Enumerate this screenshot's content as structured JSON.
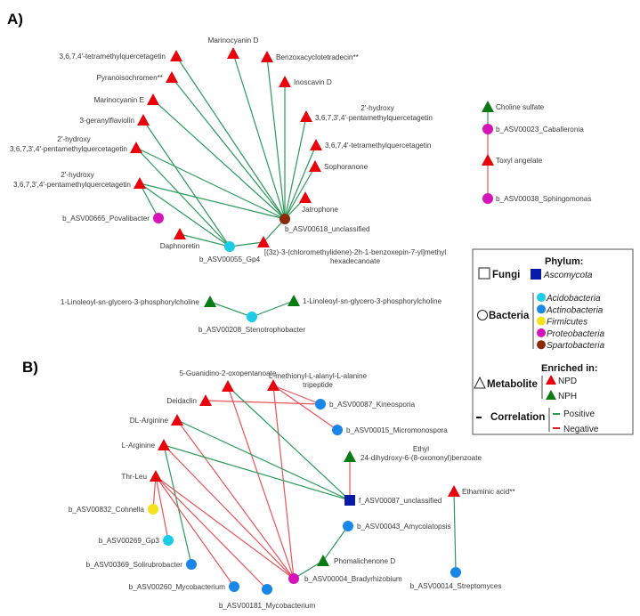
{
  "figure": {
    "panels": [
      {
        "id": "A",
        "label": "A)",
        "nodes": [
          {
            "id": "a_tetra1",
            "label": "3,6,7,4'-tetramethylquercetagetin",
            "shape": "triangle",
            "color": "npd"
          },
          {
            "id": "a_marD",
            "label": "Marinocyanin D",
            "shape": "triangle",
            "color": "npd"
          },
          {
            "id": "a_benzo",
            "label": "Benzoxacyclotetradecin**",
            "shape": "triangle",
            "color": "npd"
          },
          {
            "id": "a_pyrano",
            "label": "Pyranoisochromen**",
            "shape": "triangle",
            "color": "npd"
          },
          {
            "id": "a_inos",
            "label": "Inoscavin D",
            "shape": "triangle",
            "color": "npd"
          },
          {
            "id": "a_marE",
            "label": "Marinocyanin E",
            "shape": "triangle",
            "color": "npd"
          },
          {
            "id": "a_penta_r",
            "label": "2'-hydroxy|3,6,7,3',4'-pentamethylquercetagetin",
            "shape": "triangle",
            "color": "npd"
          },
          {
            "id": "a_geranyl",
            "label": "3-geranylflaviolin",
            "shape": "triangle",
            "color": "npd"
          },
          {
            "id": "a_tetra2",
            "label": "3,6,7,4'-tetramethylquercetagetin",
            "shape": "triangle",
            "color": "npd"
          },
          {
            "id": "a_penta_1",
            "label": "2'-hydroxy|3,6,7,3',4'-pentamethylquercetagetin",
            "shape": "triangle",
            "color": "npd"
          },
          {
            "id": "a_sophor",
            "label": "Sophoranone",
            "shape": "triangle",
            "color": "npd"
          },
          {
            "id": "a_penta_2",
            "label": "2'-hydroxy|3,6,7,3',4'-pentamethylquercetagetin",
            "shape": "triangle",
            "color": "npd"
          },
          {
            "id": "a_jatro",
            "label": "Jatrophone",
            "shape": "triangle",
            "color": "npd"
          },
          {
            "id": "a_poval",
            "label": "b_ASV00665_Povalibacter",
            "shape": "circle",
            "color": "proteobacteria"
          },
          {
            "id": "a_asv618",
            "label": "b_ASV00618_unclassified",
            "shape": "circle",
            "color": "spartobacteria"
          },
          {
            "id": "a_daphno",
            "label": "Daphnoretin",
            "shape": "triangle",
            "color": "npd"
          },
          {
            "id": "a_chloro",
            "label": "[(3z)-3-(chloromethylidene)-2h-1-benzoxepin-7-yl]methyl|hexadecanoate",
            "shape": "triangle",
            "color": "npd"
          },
          {
            "id": "a_gp4",
            "label": "b_ASV00055_Gp4",
            "shape": "circle",
            "color": "acidobacteria"
          },
          {
            "id": "a_choline",
            "label": "Choline sulfate",
            "shape": "triangle",
            "color": "nph"
          },
          {
            "id": "a_caball",
            "label": "b_ASV00023_Caballeronia",
            "shape": "circle",
            "color": "proteobacteria"
          },
          {
            "id": "a_toxyl",
            "label": "Toxyl angelate",
            "shape": "triangle",
            "color": "npd"
          },
          {
            "id": "a_sphingo",
            "label": "b_ASV00038_Sphingomonas",
            "shape": "circle",
            "color": "proteobacteria"
          },
          {
            "id": "a_lino1",
            "label": "1-Linoleoyl-sn-glycero-3-phosphorylcholine",
            "shape": "triangle",
            "color": "nph"
          },
          {
            "id": "a_lino2",
            "label": "1-Linoleoyl-sn-glycero-3-phosphorylcholine",
            "shape": "triangle",
            "color": "nph"
          },
          {
            "id": "a_steno",
            "label": "b_ASV00208_Stenotrophobacter",
            "shape": "circle",
            "color": "acidobacteria"
          }
        ],
        "edges": [
          [
            "a_tetra1",
            "a_asv618",
            "positive"
          ],
          [
            "a_marD",
            "a_asv618",
            "positive"
          ],
          [
            "a_benzo",
            "a_asv618",
            "positive"
          ],
          [
            "a_pyrano",
            "a_asv618",
            "positive"
          ],
          [
            "a_inos",
            "a_asv618",
            "positive"
          ],
          [
            "a_marE",
            "a_asv618",
            "positive"
          ],
          [
            "a_penta_r",
            "a_asv618",
            "positive"
          ],
          [
            "a_geranyl",
            "a_gp4",
            "positive"
          ],
          [
            "a_tetra2",
            "a_asv618",
            "positive"
          ],
          [
            "a_penta_1",
            "a_asv618",
            "positive"
          ],
          [
            "a_penta_1",
            "a_gp4",
            "positive"
          ],
          [
            "a_sophor",
            "a_asv618",
            "positive"
          ],
          [
            "a_penta_2",
            "a_asv618",
            "positive"
          ],
          [
            "a_penta_2",
            "a_gp4",
            "positive"
          ],
          [
            "a_penta_2",
            "a_poval",
            "positive"
          ],
          [
            "a_jatro",
            "a_asv618",
            "positive"
          ],
          [
            "a_daphno",
            "a_gp4",
            "positive"
          ],
          [
            "a_chloro",
            "a_gp4",
            "positive"
          ],
          [
            "a_chloro",
            "a_asv618",
            "positive"
          ],
          [
            "a_choline",
            "a_caball",
            "positive"
          ],
          [
            "a_caball",
            "a_toxyl",
            "negative"
          ],
          [
            "a_toxyl",
            "a_sphingo",
            "negative"
          ],
          [
            "a_lino1",
            "a_steno",
            "positive"
          ],
          [
            "a_lino2",
            "a_steno",
            "positive"
          ]
        ]
      },
      {
        "id": "B",
        "label": "B)",
        "nodes": [
          {
            "id": "b_guan",
            "label": "5-Guanidino-2-oxopentanoate",
            "shape": "triangle",
            "color": "npd"
          },
          {
            "id": "b_meth",
            "label": "L-methionyl-L-alanyl-L-alanine|tripeptide",
            "shape": "triangle",
            "color": "npd"
          },
          {
            "id": "b_deid",
            "label": "Deidaclin",
            "shape": "triangle",
            "color": "npd"
          },
          {
            "id": "b_kineo",
            "label": "b_ASV00087_Kineosporia",
            "shape": "circle",
            "color": "actinobacteria"
          },
          {
            "id": "b_dlarg",
            "label": "DL-Arginine",
            "shape": "triangle",
            "color": "npd"
          },
          {
            "id": "b_micro",
            "label": "b_ASV00015_Micromonospora",
            "shape": "circle",
            "color": "actinobacteria"
          },
          {
            "id": "b_larg",
            "label": "L-Arginine",
            "shape": "triangle",
            "color": "npd"
          },
          {
            "id": "b_ethyl",
            "label": "Ethyl|24-dihydroxy-6-(8-oxononyl)benzoate",
            "shape": "triangle",
            "color": "nph"
          },
          {
            "id": "b_thrleu",
            "label": "Thr-Leu",
            "shape": "triangle",
            "color": "npd"
          },
          {
            "id": "b_fasv",
            "label": "f_ASV00087_unclassified",
            "shape": "square",
            "color": "ascomycota"
          },
          {
            "id": "b_ethamin",
            "label": "Ethaminic acid**",
            "shape": "triangle",
            "color": "npd"
          },
          {
            "id": "b_cohn",
            "label": "b_ASV00832_Cohnella",
            "shape": "circle",
            "color": "firmicutes"
          },
          {
            "id": "b_amyco",
            "label": "b_ASV00043_Amycolatopsis",
            "shape": "circle",
            "color": "actinobacteria"
          },
          {
            "id": "b_gp3",
            "label": "b_ASV00269_Gp3",
            "shape": "circle",
            "color": "acidobacteria"
          },
          {
            "id": "b_phoma",
            "label": "Phomalichenone D",
            "shape": "triangle",
            "color": "nph"
          },
          {
            "id": "b_soliru",
            "label": "b_ASV00369_Solirubrobacter",
            "shape": "circle",
            "color": "actinobacteria"
          },
          {
            "id": "b_brady",
            "label": "b_ASV00004_Bradyrhizobium",
            "shape": "circle",
            "color": "proteobacteria"
          },
          {
            "id": "b_strep",
            "label": "b_ASV00014_Streptomyces",
            "shape": "circle",
            "color": "actinobacteria"
          },
          {
            "id": "b_myco260",
            "label": "b_ASV00260_Mycobacterium",
            "shape": "circle",
            "color": "actinobacteria"
          },
          {
            "id": "b_myco181",
            "label": "b_ASV00181_Mycobacterium",
            "shape": "circle",
            "color": "actinobacteria"
          }
        ],
        "edges": [
          [
            "b_deid",
            "b_kineo",
            "negative"
          ],
          [
            "b_meth",
            "b_kineo",
            "negative"
          ],
          [
            "b_meth",
            "b_micro",
            "negative"
          ],
          [
            "b_meth",
            "b_brady",
            "negative"
          ],
          [
            "b_guan",
            "b_brady",
            "negative"
          ],
          [
            "b_guan",
            "b_fasv",
            "positive"
          ],
          [
            "b_dlarg",
            "b_fasv",
            "positive"
          ],
          [
            "b_dlarg",
            "b_brady",
            "negative"
          ],
          [
            "b_larg",
            "b_fasv",
            "positive"
          ],
          [
            "b_larg",
            "b_soliru",
            "positive"
          ],
          [
            "b_larg",
            "b_brady",
            "negative"
          ],
          [
            "b_thrleu",
            "b_cohn",
            "negative"
          ],
          [
            "b_thrleu",
            "b_gp3",
            "negative"
          ],
          [
            "b_thrleu",
            "b_myco260",
            "negative"
          ],
          [
            "b_thrleu",
            "b_myco181",
            "negative"
          ],
          [
            "b_thrleu",
            "b_brady",
            "negative"
          ],
          [
            "b_ethyl",
            "b_fasv",
            "negative"
          ],
          [
            "b_amyco",
            "b_phoma",
            "positive"
          ],
          [
            "b_phoma",
            "b_brady",
            "positive"
          ],
          [
            "b_ethamin",
            "b_strep",
            "positive"
          ]
        ]
      }
    ],
    "colors": {
      "npd": "#e8000b",
      "nph": "#0a7a14",
      "ascomycota": "#0a1aa8",
      "acidobacteria": "#1ccbe6",
      "actinobacteria": "#1a86e8",
      "firmicutes": "#f4e21a",
      "proteobacteria": "#d414b8",
      "spartobacteria": "#8a2a0a",
      "positive": "#2a9a5a",
      "negative": "#e8545a"
    },
    "legend": {
      "phylum_title": "Phylum:",
      "fungi_label": "Fungi",
      "ascomycota_label": "Ascomycota",
      "bacteria_label": "Bacteria",
      "bacteria_phyla": [
        "Acidobacteria",
        "Actinobacteria",
        "Firmicutes",
        "Proteobacteria",
        "Spartobacteria"
      ],
      "enriched_title": "Enriched in:",
      "metabolite_label": "Metabolite",
      "npd_label": "NPD",
      "nph_label": "NPH",
      "correlation_label": "Correlation",
      "positive_label": "Positive",
      "negative_label": "Negative"
    }
  }
}
